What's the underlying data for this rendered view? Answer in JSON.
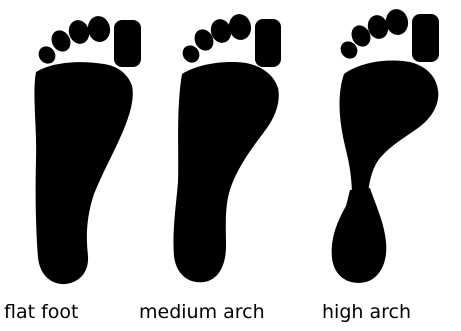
{
  "labels": {
    "flat": "flat foot",
    "medium": "medium arch",
    "high": "high arch"
  },
  "colors": {
    "footprint": "#000000",
    "background": "#ffffff",
    "text": "#000000"
  }
}
